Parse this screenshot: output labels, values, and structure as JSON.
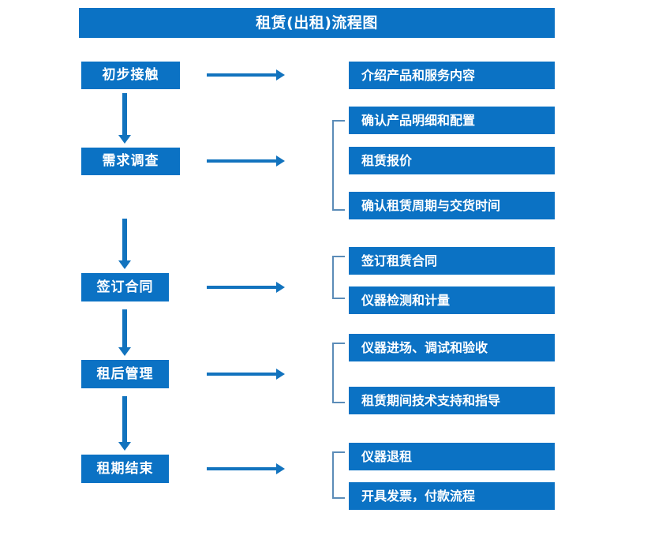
{
  "diagram": {
    "title": "租赁(出租)流程图",
    "accent_color": "#0b72c4",
    "arrow_color": "#1273be",
    "bracket_color": "#5b8cb8",
    "text_color": "#ffffff",
    "background_color": "#ffffff"
  },
  "stages": [
    {
      "label": "初步接触"
    },
    {
      "label": "需求调查"
    },
    {
      "label": "签订合同"
    },
    {
      "label": "租后管理"
    },
    {
      "label": "租期结束"
    }
  ],
  "details": [
    {
      "label": "介绍产品和服务内容"
    },
    {
      "label": "确认产品明细和配置"
    },
    {
      "label": "租赁报价"
    },
    {
      "label": "确认租赁周期与交货时间"
    },
    {
      "label": "签订租赁合同"
    },
    {
      "label": "仪器检测和计量"
    },
    {
      "label": "仪器进场、调试和验收"
    },
    {
      "label": "租赁期间技术支持和指导"
    },
    {
      "label": "仪器退租"
    },
    {
      "label": "开具发票，付款流程"
    }
  ]
}
